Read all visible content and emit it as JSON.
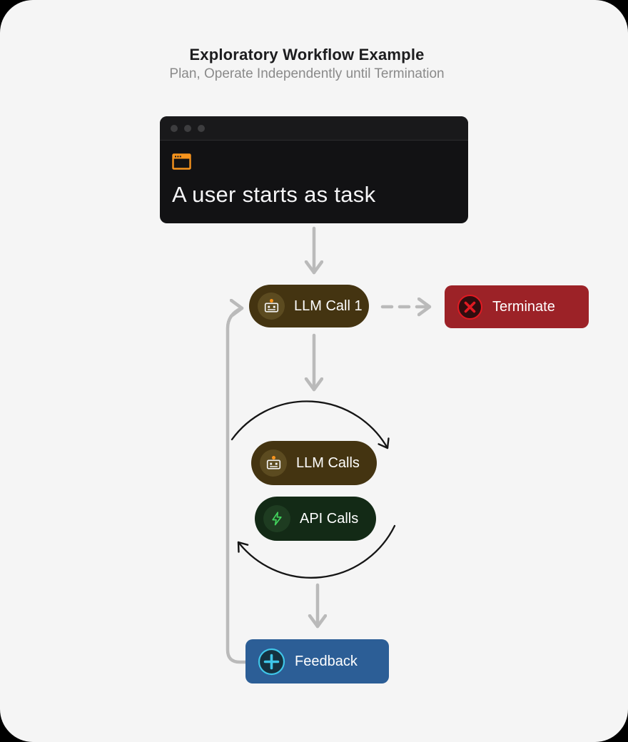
{
  "header": {
    "title": "Exploratory Workflow Example",
    "subtitle": "Plan, Operate Independently until Termination"
  },
  "terminal": {
    "traffic_dots": 3,
    "window_icon": "app-window-icon",
    "text": "A user starts as task"
  },
  "nodes": {
    "llm_call_1": {
      "label": "LLM Call 1",
      "icon": "bot-icon"
    },
    "terminate": {
      "label": "Terminate",
      "icon": "x-circle-icon"
    },
    "llm_calls": {
      "label": "LLM Calls",
      "icon": "bot-icon"
    },
    "api_calls": {
      "label": "API Calls",
      "icon": "zap-icon"
    },
    "feedback": {
      "label": "Feedback",
      "icon": "plus-circle-icon"
    }
  },
  "connectors": {
    "task_to_llm": "solid-down-arrow",
    "llm_to_terminate": "dashed-right-arrow",
    "llm_to_loop": "solid-down-arrow",
    "loop_cycle": "circular-arrows",
    "loop_to_feedback": "solid-down-arrow",
    "feedback_to_llm": "return-curve-arrow"
  },
  "colors": {
    "page_bg": "#000000",
    "card_bg": "#f5f5f5",
    "title_text": "#1d1d1f",
    "subtitle_text": "#8a8a8a",
    "terminal_bg": "#121214",
    "terminal_header_bg": "#19191b",
    "terminal_dot": "#3d3d3f",
    "terminal_divider": "#2d2d2f",
    "terminal_text": "#f5f5f7",
    "accent_orange": "#f7941d",
    "llm_pill_bg": "#443411",
    "llm_badge_bg": "#5c4b20",
    "terminate_bg": "#9c2227",
    "terminate_icon_bg": "#300d0f",
    "terminate_icon_stroke": "#e01a22",
    "api_pill_bg": "#132a16",
    "api_badge_bg": "#1e3c21",
    "api_icon_stroke": "#42d15c",
    "feedback_bg": "#2c5e96",
    "feedback_icon_bg": "#15313f",
    "feedback_icon_stroke": "#3fc6e8",
    "node_text": "#ffffff",
    "connector_gray": "#bababa",
    "loop_stroke": "#151515"
  }
}
